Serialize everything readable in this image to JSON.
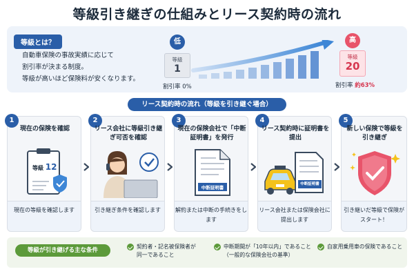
{
  "title": "等級引き継ぎの仕組みとリース契約時の流れ",
  "grade_info": {
    "badge": "等級とは？",
    "lines": [
      "自動車保険の事故実績に応じて",
      "割引率が決まる制度。",
      "等級が高いほど保険料が安くなります。"
    ]
  },
  "grade_scale": {
    "low_label": "低",
    "low_grade_label": "等級",
    "low_grade_value": "1",
    "low_rate_label": "割引率",
    "low_rate_value": "0%",
    "high_label": "高",
    "high_grade_label": "等級",
    "high_grade_value": "20",
    "high_rate_label": "割引率",
    "high_rate_value": "約63%",
    "low_color": "#2a5ea8",
    "high_color": "#e8546a"
  },
  "flow_title": "リース契約時の流れ（等級を引き継ぐ場合）",
  "steps": [
    {
      "num": "1",
      "title": "現在の保険を確認",
      "desc": "現在の等級を確認します",
      "illus_label": "等級",
      "illus_value": "12",
      "icon": "clipboard-icon"
    },
    {
      "num": "2",
      "title": "リース会社に等級引き継ぎ可否を確認",
      "desc": "引き継ぎ条件を確認します",
      "icon": "operator-laptop-icon"
    },
    {
      "num": "3",
      "title": "現在の保険会社で「中断証明書」を発行",
      "desc": "解約または中断の手続きをします",
      "illus_label": "中断証明書",
      "icon": "document-icon"
    },
    {
      "num": "4",
      "title": "リース契約時に証明書を提出",
      "desc": "リース会社または保険会社に提出します",
      "illus_label": "中断証明書",
      "icon": "car-document-icon"
    },
    {
      "num": "5",
      "title": "新しい保険で等級を引き継ぎ",
      "desc": "引き継いだ等級で保険がスタート！",
      "icon": "shield-check-icon"
    }
  ],
  "conditions": {
    "badge": "等級が引き継げる主な条件",
    "items": [
      {
        "line1": "契約者・記名被保険者が",
        "line2": "同一であること"
      },
      {
        "line1": "中断期間が「10年以内」であること",
        "line2": "（一般的な保険会社の基準）"
      },
      {
        "line1": "自家用乗用車の保険であること",
        "line2": ""
      }
    ]
  }
}
